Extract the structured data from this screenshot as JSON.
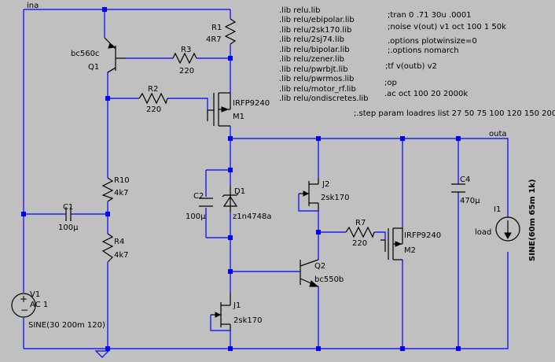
{
  "nets": {
    "ina": "ina",
    "outa": "outa"
  },
  "components": {
    "Q1": {
      "ref": "Q1",
      "value": "bc560c"
    },
    "R1": {
      "ref": "R1",
      "value": "4R7"
    },
    "R3": {
      "ref": "R3",
      "value": "220"
    },
    "R2": {
      "ref": "R2",
      "value": "220"
    },
    "M1": {
      "ref": "M1",
      "value": "IRFP9240"
    },
    "R10": {
      "ref": "R10",
      "value": "4k7"
    },
    "C1": {
      "ref": "C1",
      "value": "100µ"
    },
    "R4": {
      "ref": "R4",
      "value": "4k7"
    },
    "V1": {
      "ref": "V1",
      "value": "AC 1",
      "value2": "SINE(30 200m 120)"
    },
    "C2": {
      "ref": "C2",
      "value": "100µ"
    },
    "D1": {
      "ref": "D1",
      "value": "z1n4748a"
    },
    "J1": {
      "ref": "J1",
      "value": "2sk170"
    },
    "J2": {
      "ref": "J2",
      "value": "2sk170"
    },
    "R7": {
      "ref": "R7",
      "value": "220"
    },
    "M2": {
      "ref": "M2",
      "value": "IRFP9240"
    },
    "Q2": {
      "ref": "Q2",
      "value": "bc550b"
    },
    "C4": {
      "ref": "C4",
      "value": "470µ"
    },
    "I1": {
      "ref": "I1",
      "value": "load",
      "value2": "SINE(60m 65m 1k)"
    }
  },
  "directives": {
    "libs": [
      ".lib relu.lib",
      ".lib relu/ebipolar.lib",
      ".lib relu/2sk170.lib",
      ".lib relu/2sj74.lib",
      ".lib relu/bipolar.lib",
      ".lib relu/zener.lib",
      ".lib relu/pwrbjt.lib",
      ".lib relu/pwrmos.lib",
      ".lib relu/motor_rf.lib",
      ".lib relu/ondiscretes.lib"
    ],
    "tran": ";tran 0 .71 30u .0001",
    "noise": ";noise v(out) v1 oct 100 1 50k",
    "plotwinsize": ".options plotwinsize=0",
    "nomarch": ";.options nomarch",
    "tf": ";tf v(outb) v2",
    "op": ";op",
    "ac": ".ac oct 100 20 2000k",
    "step": ";.step param loadres list 27 50 75 100 120 150 200"
  },
  "colors": {
    "background": "#c0c0c0",
    "wire": "#0000ff",
    "component": "#000000"
  }
}
